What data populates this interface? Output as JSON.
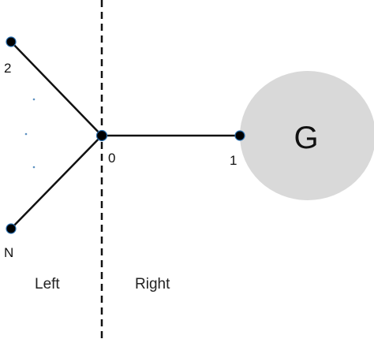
{
  "nodes": {
    "two": {
      "label": "2"
    },
    "n": {
      "label": "N"
    },
    "zero": {
      "label": "0"
    },
    "one": {
      "label": "1"
    }
  },
  "cluster": {
    "label": "G",
    "fill_color": "#d9d9d9"
  },
  "sides": {
    "left": "Left",
    "right": "Right"
  },
  "colors": {
    "line": "#111111",
    "node": "#000000",
    "node_ring": "#2a6fb0",
    "ellipsis_dots": "#5b8fc0"
  }
}
